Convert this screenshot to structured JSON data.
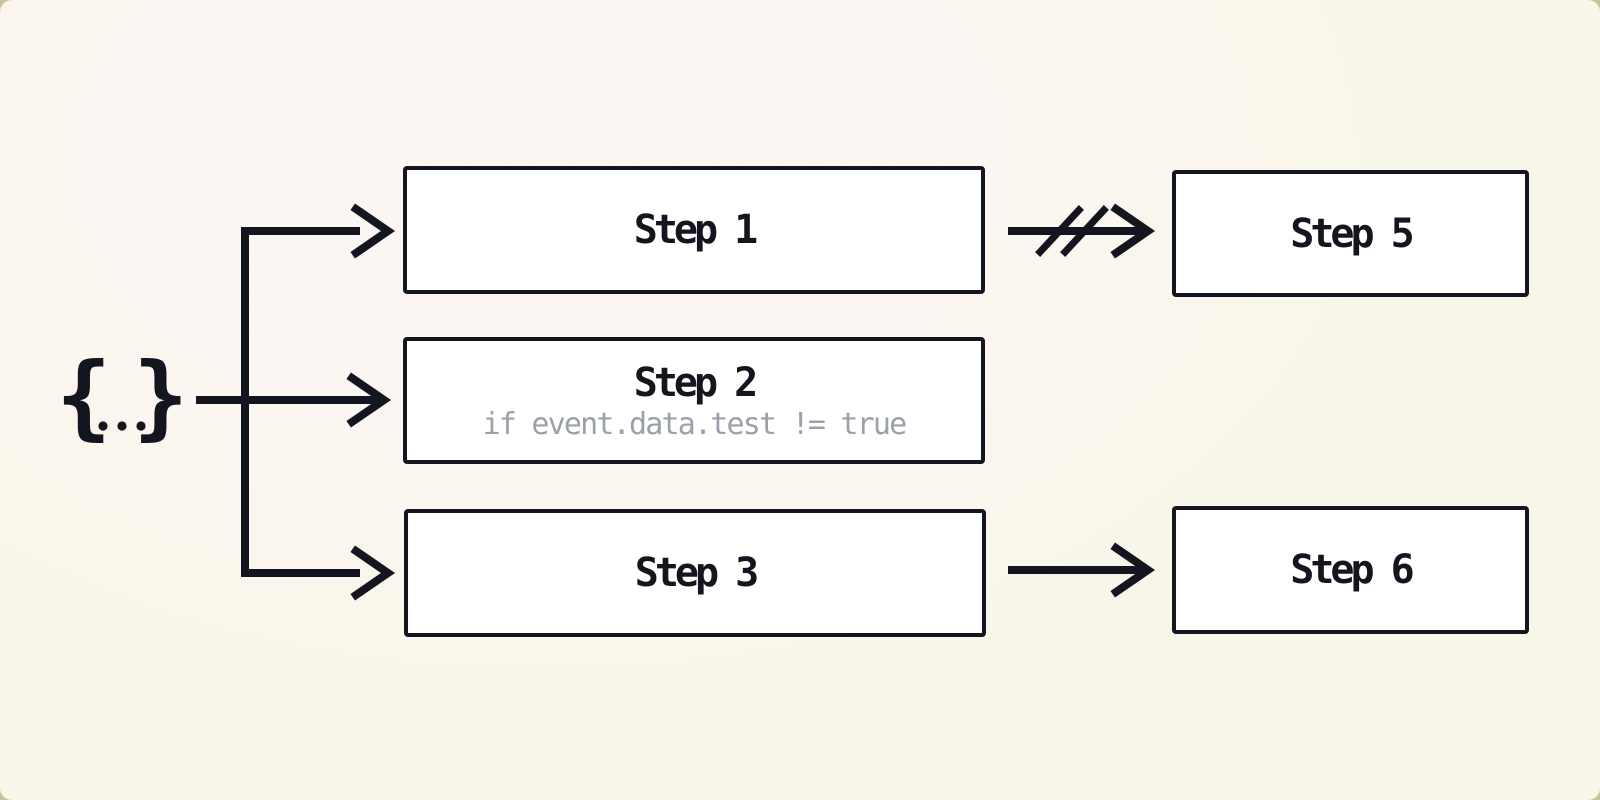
{
  "theme": {
    "ink": "#15151f",
    "box_fill": "#ffffff",
    "condition_text_color": "#9ba0ab",
    "background_cream": "#f8f6e9",
    "background_glow_pink": "#fcf6f2",
    "outside_corner_color": "#c9c2a3"
  },
  "payload": {
    "icon": "braces-ellipsis-icon",
    "left_brace": "{",
    "right_brace": "}",
    "dot_count": 3
  },
  "steps": [
    {
      "id": "step-1",
      "label": "Step 1",
      "condition": ""
    },
    {
      "id": "step-2",
      "label": "Step 2",
      "condition": "if event.data.test != true"
    },
    {
      "id": "step-3",
      "label": "Step 3",
      "condition": ""
    },
    {
      "id": "step-5",
      "label": "Step 5",
      "condition": ""
    },
    {
      "id": "step-6",
      "label": "Step 6",
      "condition": ""
    }
  ],
  "edges": [
    {
      "from": "event-payload",
      "to": "step-1",
      "style": "arrow"
    },
    {
      "from": "event-payload",
      "to": "step-2",
      "style": "arrow"
    },
    {
      "from": "event-payload",
      "to": "step-3",
      "style": "arrow"
    },
    {
      "from": "step-1",
      "to": "step-5",
      "style": "cancelled-arrow"
    },
    {
      "from": "step-3",
      "to": "step-6",
      "style": "arrow"
    }
  ]
}
